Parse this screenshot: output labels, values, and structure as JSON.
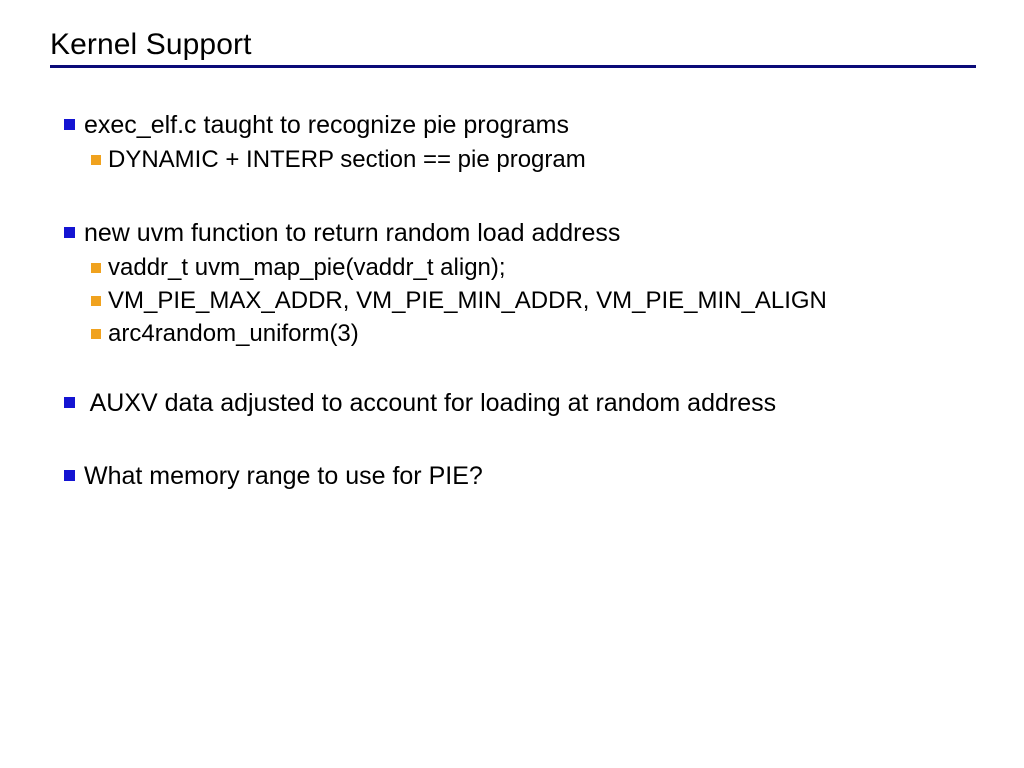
{
  "slide": {
    "title": "Kernel Support",
    "rule_color": "#0b0b78",
    "background_color": "#ffffff",
    "text_color": "#000000",
    "bullet_level1_color": "#1414d2",
    "bullet_level2_color": "#f0a21e",
    "bullets": [
      {
        "level": 1,
        "text": "exec_elf.c taught to recognize pie programs"
      },
      {
        "level": 2,
        "text": "DYNAMIC + INTERP section == pie program"
      },
      {
        "level": 1,
        "text": "new uvm function to return random load address"
      },
      {
        "level": 2,
        "text": "vaddr_t uvm_map_pie(vaddr_t align);"
      },
      {
        "level": 2,
        "text": "VM_PIE_MAX_ADDR, VM_PIE_MIN_ADDR, VM_PIE_MIN_ALIGN"
      },
      {
        "level": 2,
        "text": "arc4random_uniform(3)"
      },
      {
        "level": 1,
        "text": " AUXV data adjusted to account for loading at random address"
      },
      {
        "level": 1,
        "text": "What memory range to use for PIE?"
      }
    ]
  }
}
